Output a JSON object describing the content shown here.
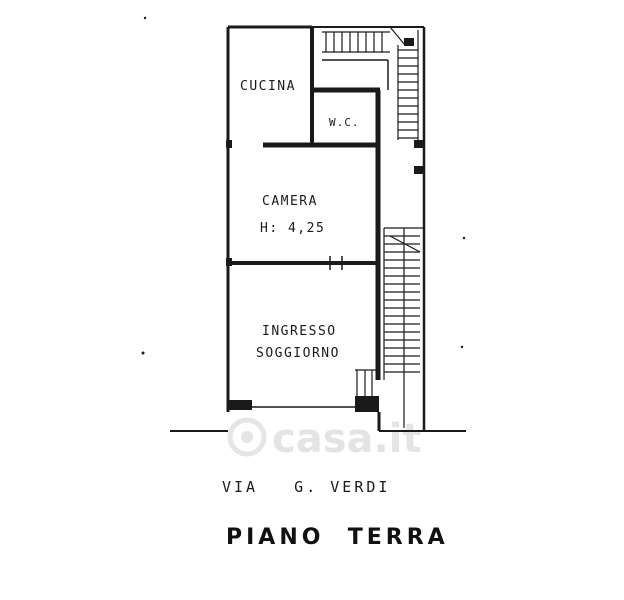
{
  "rooms": {
    "cucina": "CUCINA",
    "wc": "W.C.",
    "camera": "CAMERA",
    "camera_height": "H: 4,25",
    "ingresso": "INGRESSO",
    "soggiorno": "SOGGIORNO"
  },
  "street": "VIA   G. VERDI",
  "floor_title": "PIANO  TERRA",
  "watermark": {
    "brand": "casa.it"
  }
}
